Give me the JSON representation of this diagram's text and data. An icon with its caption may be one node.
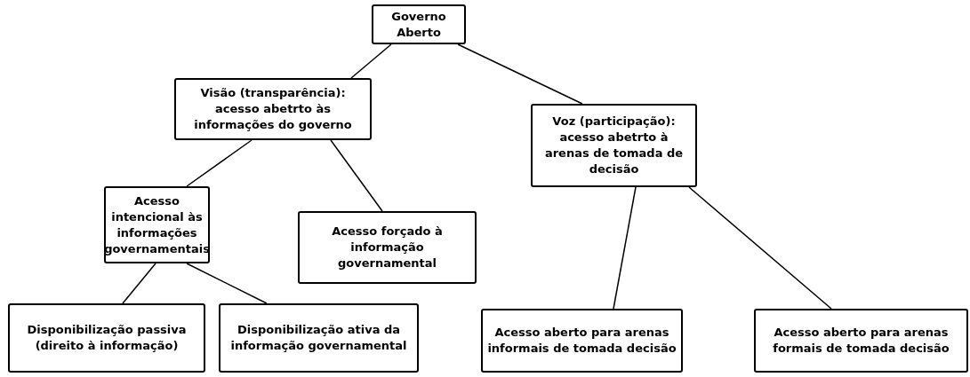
{
  "diagram": {
    "nodes": [
      {
        "text": [
          "Governo Aberto"
        ]
      },
      {
        "text": [
          "Visão (transparência): acesso abetrto às informações do governo"
        ]
      },
      {
        "text": [
          "Voz (participação): acesso abetrto à arenas de tomada de decisão"
        ]
      },
      {
        "text": [
          "Acesso intencional às informações governamentais"
        ]
      },
      {
        "text": [
          "Acesso forçado à informação governamental"
        ]
      },
      {
        "text": [
          "Disponibilização passiva (direito à informação)"
        ]
      },
      {
        "text": [
          "Disponibilização ativa da informação governamental"
        ]
      },
      {
        "text": [
          "Acesso aberto para arenas informais de tomada decisão"
        ]
      },
      {
        "text": [
          "Acesso aberto para arenas formais de tomada decisão"
        ]
      }
    ],
    "edges": [
      {
        "from": 0,
        "to": 1,
        "arrow": "none"
      },
      {
        "from": 0,
        "to": 2,
        "arrow": "none"
      },
      {
        "from": 1,
        "to": 3,
        "arrow": "none"
      },
      {
        "from": 1,
        "to": 4,
        "arrow": "none"
      },
      {
        "from": 2,
        "to": 7,
        "arrow": "none"
      },
      {
        "from": 2,
        "to": 8,
        "arrow": "none"
      },
      {
        "from": 3,
        "to": 5,
        "arrow": "none"
      },
      {
        "from": 3,
        "to": 6,
        "arrow": "none"
      }
    ]
  }
}
